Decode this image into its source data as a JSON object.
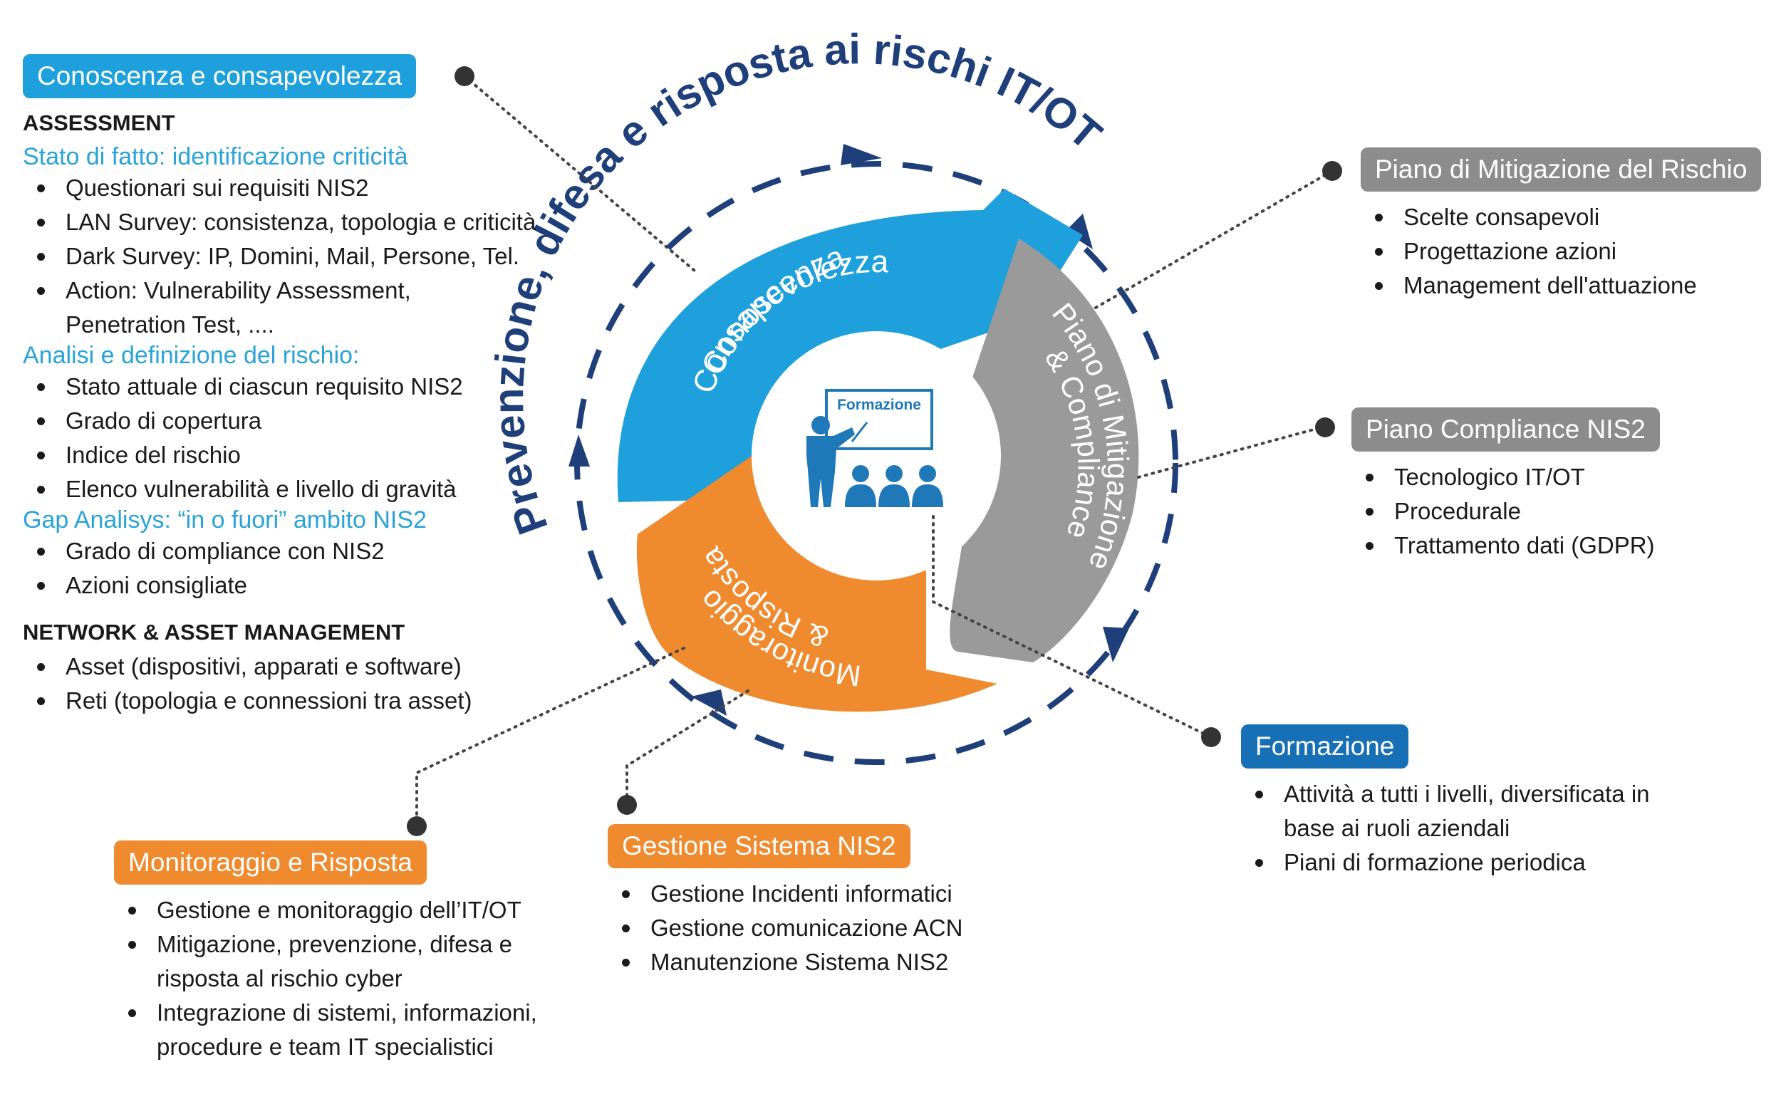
{
  "ring_title": "Prevenzione, difesa e risposta ai rischi IT/OT",
  "center": {
    "board_label": "Formazione",
    "colors": {
      "figure": "#1f78b8"
    }
  },
  "segments": {
    "awareness": {
      "line1": "Conoscenza",
      "line2": "Consapevolezza",
      "color": "#1ea0dc"
    },
    "mitigation": {
      "line1": "Piano di Mitigazione",
      "line2": "& Compliance",
      "color": "#9a9a9a"
    },
    "monitoring": {
      "line1": "Monitoraggio",
      "line2": "& Risposta",
      "color": "#f08a2e"
    }
  },
  "colors": {
    "ring": "#1f3f7a",
    "connector": "#444444"
  },
  "panels": {
    "awareness": {
      "tag": "Conoscenza e consapevolezza",
      "assessment_heading": "ASSESSMENT",
      "sub1": "Stato di fatto: identificazione criticità",
      "items1": [
        "Questionari sui requisiti NIS2",
        "LAN Survey: consistenza, topologia e criticità",
        "Dark Survey: IP, Domini, Mail, Persone, Tel.",
        "Action: Vulnerability Assessment,\nPenetration Test, ...."
      ],
      "sub2": "Analisi e definizione del rischio:",
      "items2": [
        "Stato attuale di ciascun requisito NIS2",
        "Grado di copertura",
        "Indice del rischio",
        "Elenco vulnerabilità e livello di gravità"
      ],
      "sub3": "Gap Analisys: “in o fuori” ambito NIS2",
      "items3": [
        "Grado di compliance con NIS2",
        "Azioni consigliate"
      ],
      "network_heading": "NETWORK & ASSET MANAGEMENT",
      "items4": [
        "Asset (dispositivi, apparati e software)",
        "Reti (topologia e connessioni tra asset)"
      ]
    },
    "mitigation_plan": {
      "tag": "Piano di Mitigazione del Rischio",
      "items": [
        "Scelte consapevoli",
        "Progettazione azioni",
        "Management dell'attuazione"
      ]
    },
    "compliance": {
      "tag": "Piano Compliance NIS2",
      "items": [
        "Tecnologico IT/OT",
        "Procedurale",
        "Trattamento dati (GDPR)"
      ]
    },
    "training": {
      "tag": "Formazione",
      "items": [
        "Attività a tutti i livelli, diversificata in\nbase ai ruoli aziendali",
        "Piani di formazione periodica"
      ]
    },
    "nis2_system": {
      "tag": "Gestione Sistema NIS2",
      "items": [
        "Gestione Incidenti informatici",
        "Gestione comunicazione ACN",
        "Manutenzione Sistema NIS2"
      ]
    },
    "monitoring": {
      "tag": "Monitoraggio e Risposta",
      "items": [
        "Gestione e monitoraggio dell’IT/OT",
        "Mitigazione, prevenzione, difesa e\nrisposta al rischio cyber",
        "Integrazione di sistemi, informazioni,\nprocedure e team IT specialistici"
      ]
    }
  }
}
